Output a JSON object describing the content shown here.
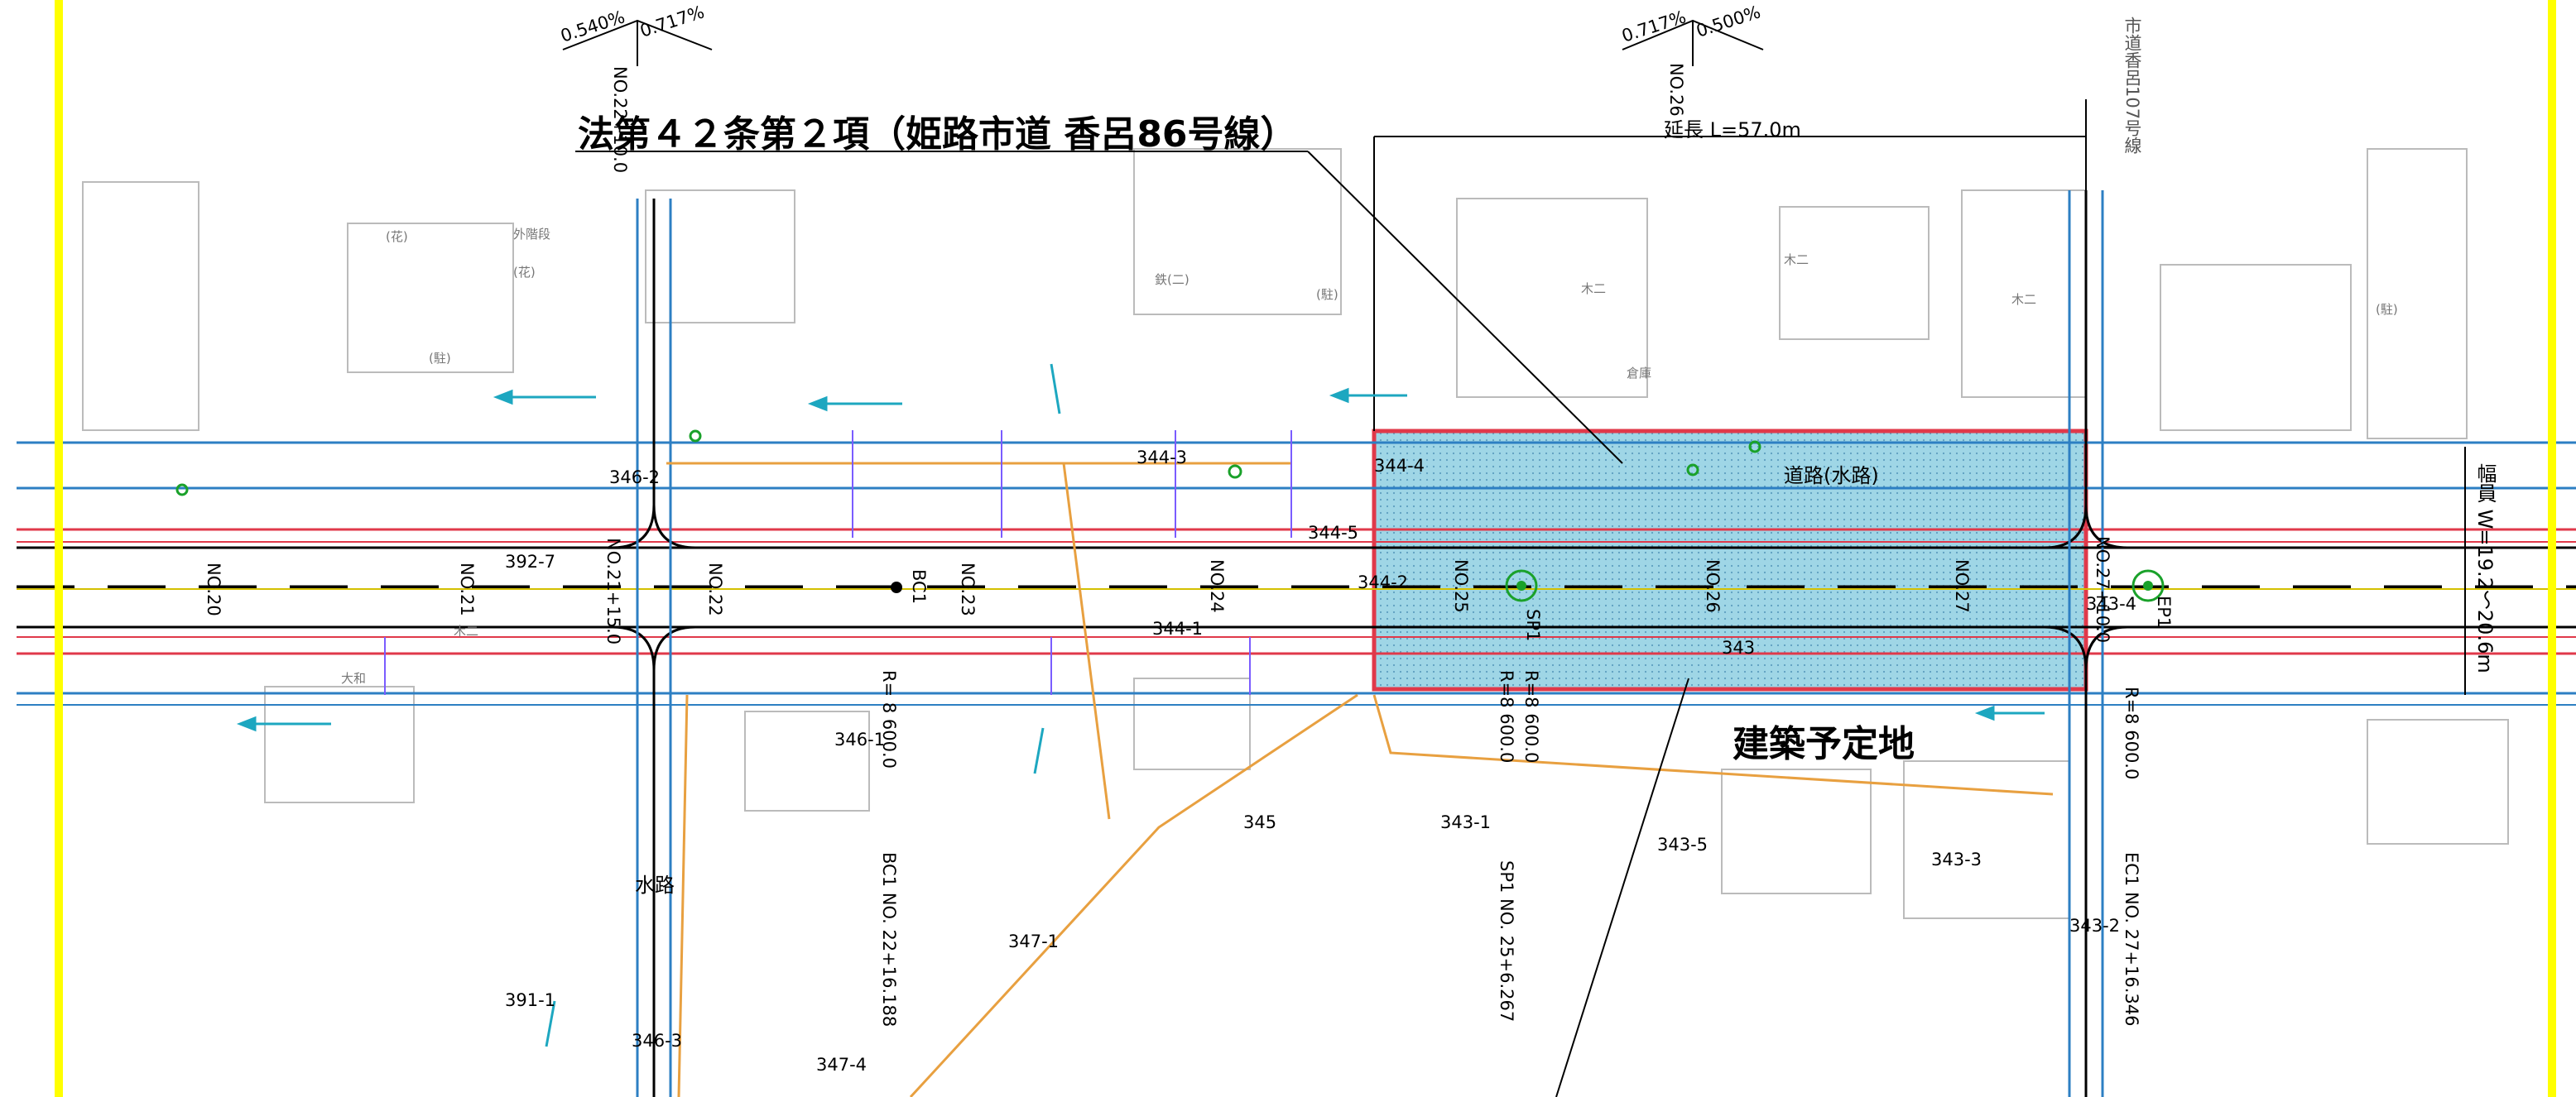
{
  "title": "法第４２条第２項（姫路市道 香呂86号線）",
  "site_label": "建築予定地",
  "waterway_label": "道路(水路)",
  "extension_label": "延長 L=57.0m",
  "width_label": "幅員 W=19.2～20.6m",
  "suiro_label": "水路",
  "road_name_right": "市道香呂107号線",
  "gradient_left": [
    "0.540%",
    "0.717%"
  ],
  "gradient_right": [
    "0.717%",
    "0.500%"
  ],
  "grade_stations": [
    "NO.22+10.0",
    "NO.26"
  ],
  "stations": [
    "NO.20",
    "NO.21",
    "NO.21+15.0",
    "NO.22",
    "NO.23",
    "NO.24",
    "NO.25",
    "NO.26",
    "NO.27",
    "NO.27+10.0"
  ],
  "curve_points": {
    "bc1": "BC1",
    "sp1": "SP1",
    "ep1": "EP1",
    "bc1_station": "BC1 NO. 22+16.188",
    "sp1_station": "SP1 NO. 25+6.267",
    "ec1_station": "EC1 NO. 27+16.346",
    "r_labels": [
      "R= 8 600.0",
      "R=8 600.0",
      "R=8 600.0",
      "R=8 600.0"
    ]
  },
  "lots": [
    "346-2",
    "344-3",
    "344-4",
    "344-5",
    "392-7",
    "344-2",
    "344-1",
    "343",
    "343-4",
    "346-1",
    "345",
    "343-1",
    "343-5",
    "343-3",
    "347-1",
    "343-2",
    "391-1",
    "346-3",
    "347-4"
  ],
  "colors": {
    "site_fill": "#9fd6e6",
    "site_border": "#e0394a",
    "road_red": "#e0394a",
    "road_blue": "#2d7fc3",
    "center_line": "#000000",
    "yellow_frame": "#ffff00",
    "lot_orange": "#e8a040",
    "annotation_green": "#1aa12a",
    "arrow_teal": "#1da7c0"
  },
  "minor_labels": [
    "(花)",
    "外階段",
    "(花)",
    "(駐)",
    "(駐)",
    "(駐)",
    "木二",
    "倉庫",
    "木二",
    "木二",
    "鉄(二)",
    "大和",
    "木二"
  ]
}
